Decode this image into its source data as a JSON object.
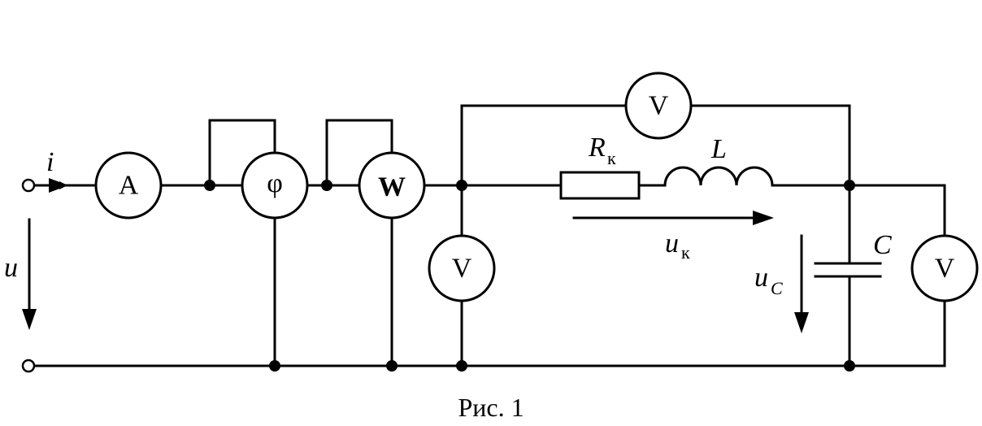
{
  "meters": {
    "ammeter": "A",
    "phase_meter": "φ",
    "wattmeter": "W",
    "voltmeter_input": "V",
    "voltmeter_coil": "V",
    "voltmeter_capacitor": "V"
  },
  "labels": {
    "current": "i",
    "input_voltage": "u",
    "resistor_main": "R",
    "resistor_sub": "к",
    "inductor": "L",
    "coil_voltage_main": "u",
    "coil_voltage_sub": "к",
    "capacitor": "C",
    "cap_voltage_main": "u",
    "cap_voltage_sub": "C"
  },
  "caption": "Рис. 1"
}
